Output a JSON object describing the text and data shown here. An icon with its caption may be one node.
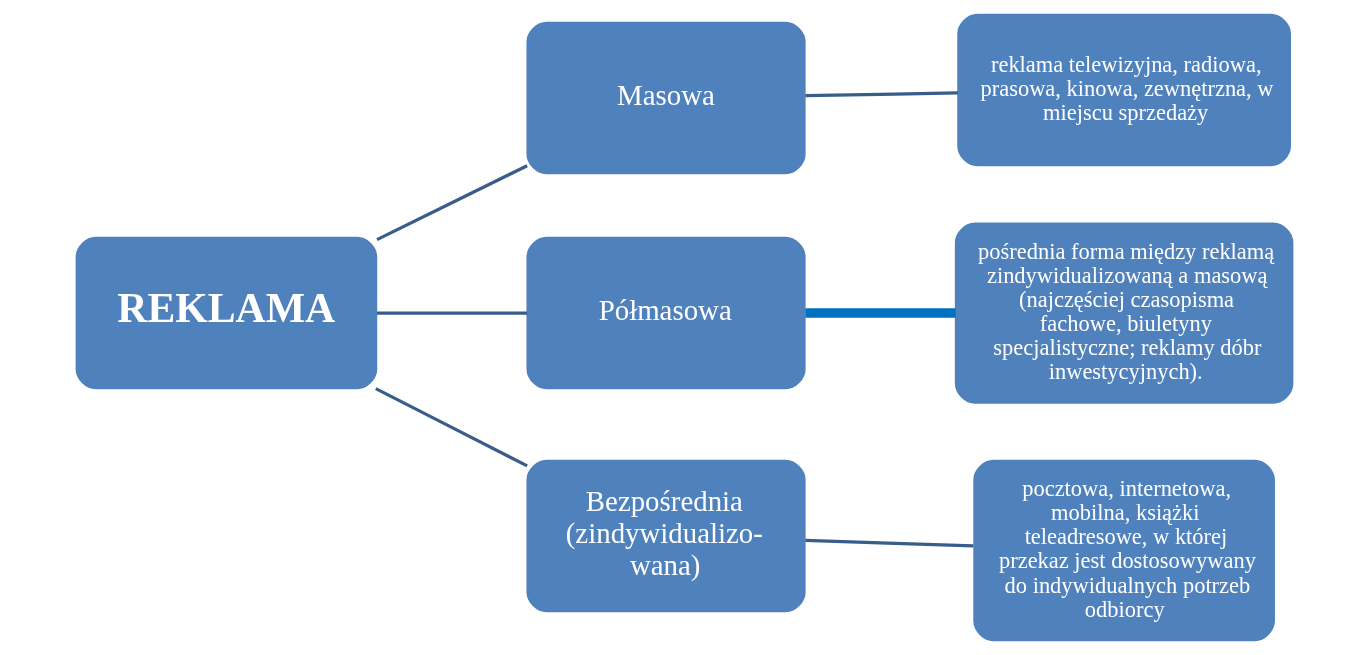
{
  "diagram": {
    "nodes": [
      {
        "text": [
          "REKLAMA"
        ]
      },
      {
        "text": [
          "Masowa"
        ]
      },
      {
        "text": [
          "Półmasowa"
        ]
      },
      {
        "text": [
          "Bezpośrednia (zindywidualizo- wana)"
        ]
      },
      {
        "text": [
          "reklama telewizyjna, radiowa, prasowa, kinowa, zewnętrzna, w miejscu sprzedaży"
        ]
      },
      {
        "text": [
          "pośrednia forma między reklamą zindywidualizowaną a masową (najczęściej czasopisma fachowe, biuletyny specjalistyczne; reklamy dóbr inwestycyjnych)."
        ]
      },
      {
        "text": [
          "pocztowa, internetowa, mobilna, książki teleadresowe, w której przekaz jest dostosowywany do indywidualnych potrzeb odbiorcy"
        ]
      }
    ],
    "edges": [
      {
        "from": 0,
        "to": 1,
        "arrow": "none"
      },
      {
        "from": 0,
        "to": 2,
        "arrow": "none"
      },
      {
        "from": 0,
        "to": 3,
        "arrow": "none"
      },
      {
        "from": 1,
        "to": 4,
        "arrow": "none"
      },
      {
        "from": 2,
        "to": 5,
        "arrow": "none",
        "style": "thick",
        "color": "#0070c0"
      },
      {
        "from": 3,
        "to": 6,
        "arrow": "none"
      }
    ]
  }
}
